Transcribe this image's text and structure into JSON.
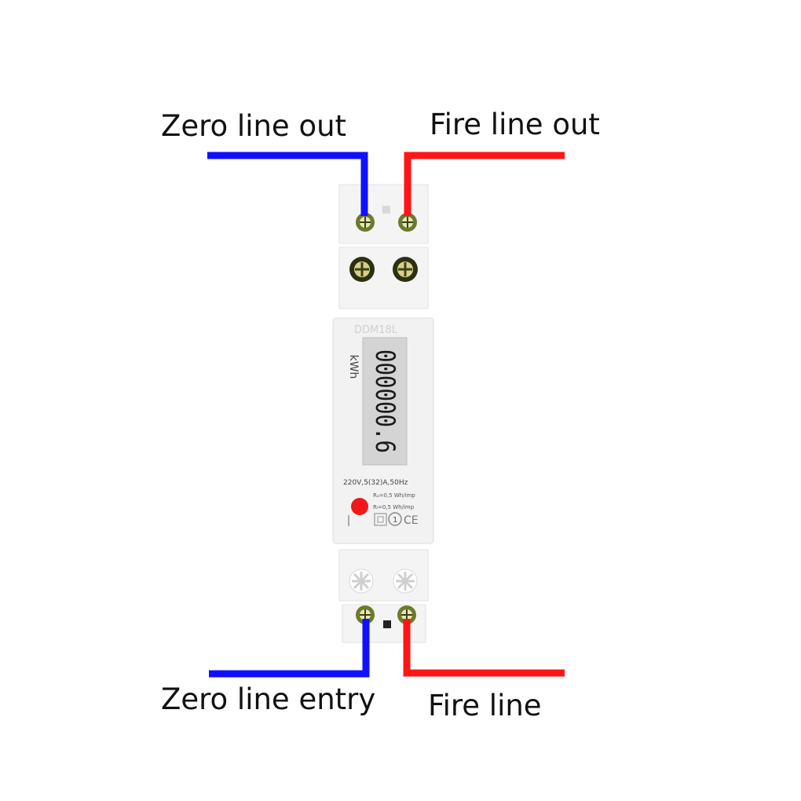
{
  "labels": {
    "zero_out": "Zero line out",
    "fire_out": "Fire line out",
    "zero_in": "Zero line entry",
    "fire_in": "Fire line"
  },
  "meter": {
    "model": "DDM18L",
    "unit": "kWh",
    "reading": "000000.6",
    "rating": "220V,5(32)A,50Hz",
    "const1": "Rₐ=0,5 Wh/imp",
    "const2": "Rₗ=0,5 Wh/imp",
    "class_mark": "1",
    "ce_mark": "CE"
  },
  "colors": {
    "zero_wire": "#1010ff",
    "fire_wire": "#ff1515",
    "led": "#f01818",
    "lcd": "#d4d4d4"
  }
}
